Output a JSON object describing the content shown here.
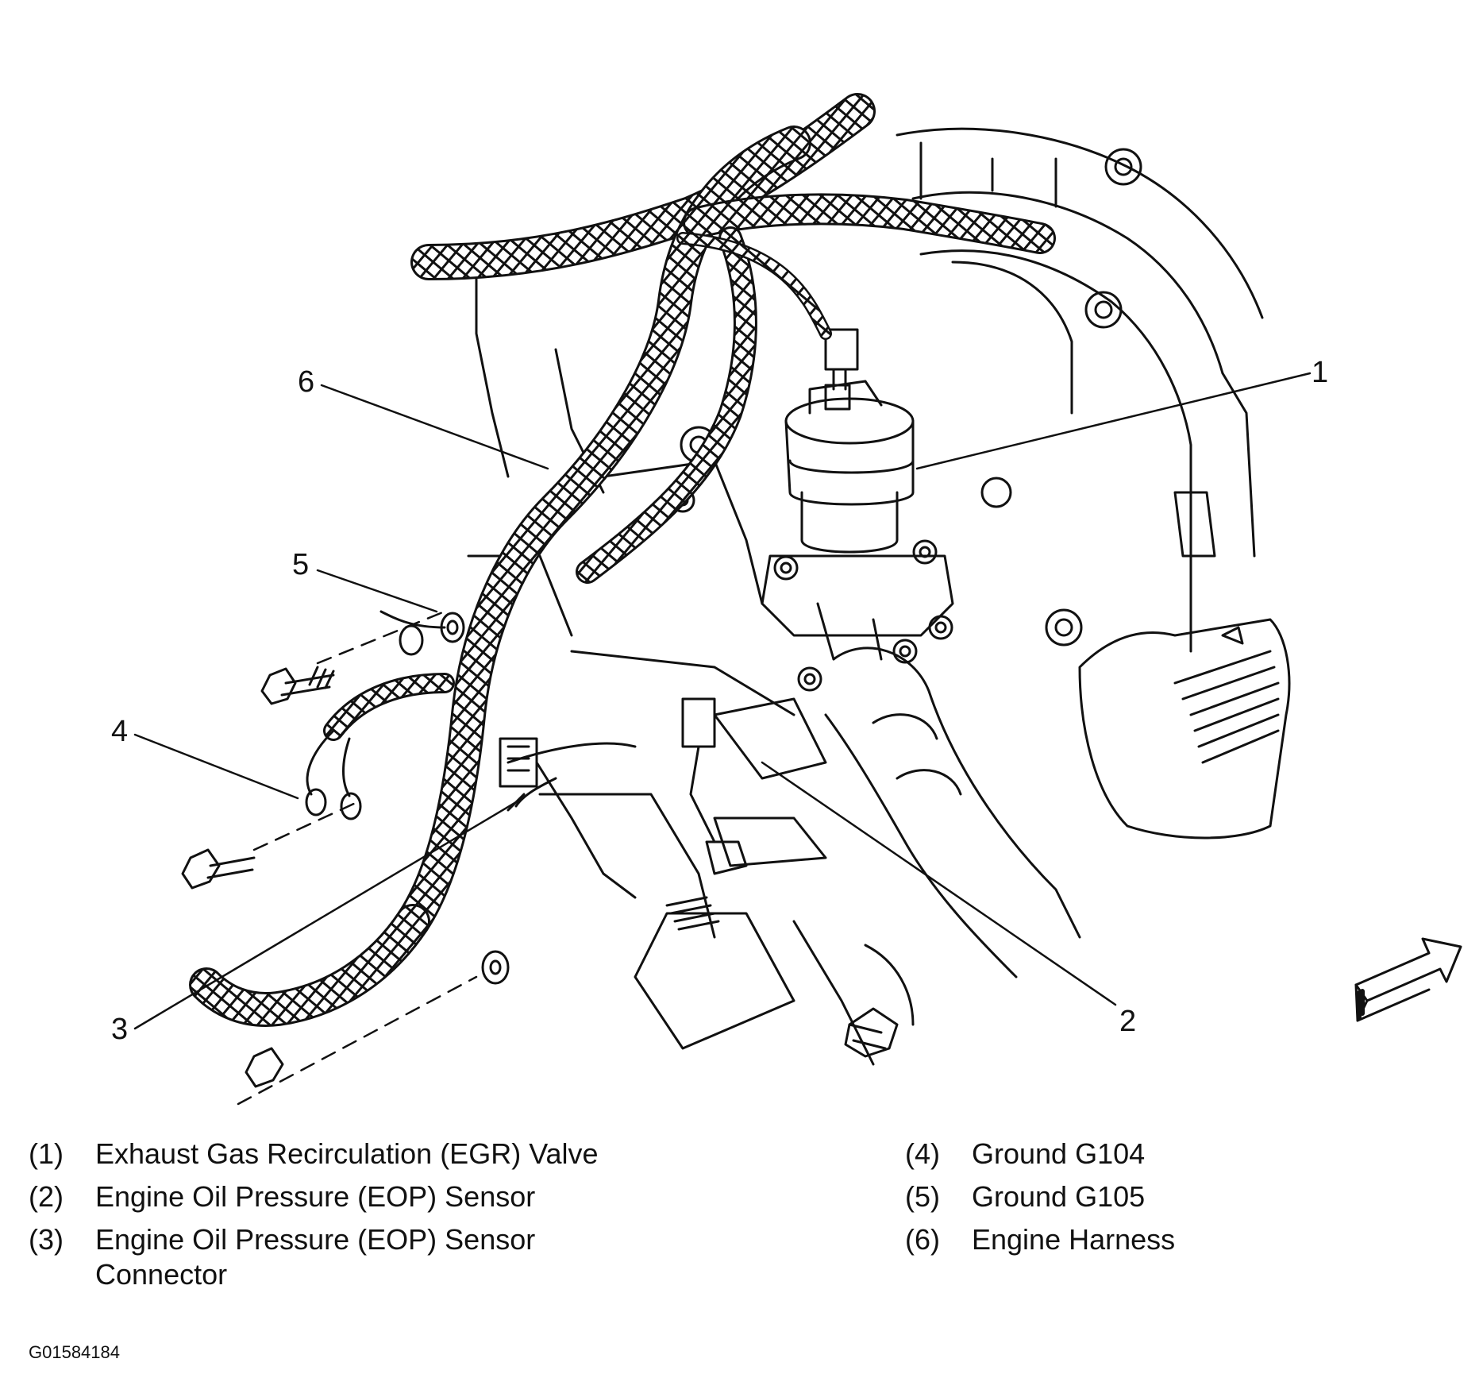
{
  "callouts": [
    "1",
    "2",
    "3",
    "4",
    "5",
    "6"
  ],
  "legend": [
    {
      "num": "(1)",
      "text": "Exhaust Gas Recirculation (EGR) Valve"
    },
    {
      "num": "(2)",
      "text": "Engine Oil Pressure (EOP) Sensor"
    },
    {
      "num": "(3)",
      "text": "Engine Oil Pressure (EOP) Sensor Connector"
    },
    {
      "num": "(4)",
      "text": "Ground G104"
    },
    {
      "num": "(5)",
      "text": "Ground G105"
    },
    {
      "num": "(6)",
      "text": "Engine Harness"
    }
  ],
  "figure_id": "G01584184",
  "icons": {
    "direction_arrow": "forward-arrow-icon"
  },
  "colors": {
    "line": "#111111",
    "background": "#ffffff"
  }
}
